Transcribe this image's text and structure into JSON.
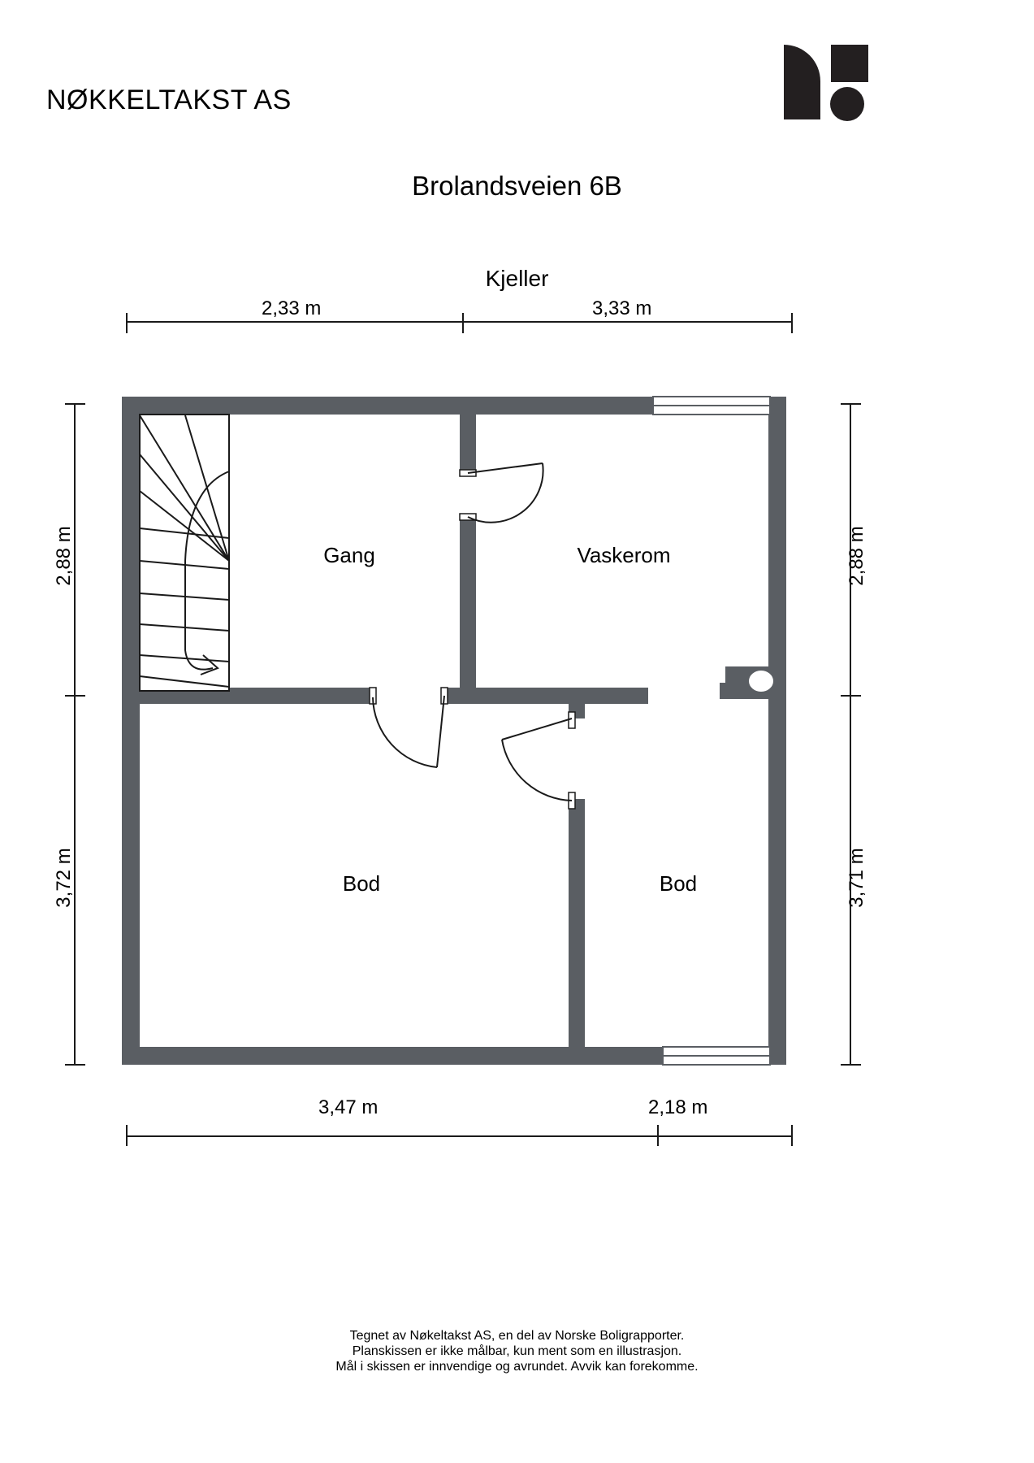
{
  "header": {
    "company_name": "NØKKELTAKST AS",
    "logo": {
      "shape_n": "logo-quarter-round-shape",
      "shape_square": "logo-square-shape",
      "shape_circle": "logo-circle-shape"
    }
  },
  "plan": {
    "address_title": "Brolandsveien 6B",
    "floor_title": "Kjeller",
    "wall_color": "#5a5e63",
    "line_color": "#1a1a1a",
    "rooms": [
      {
        "name": "Gang",
        "label": "Gang"
      },
      {
        "name": "Vaskerom",
        "label": "Vaskerom"
      },
      {
        "name": "Bod-left",
        "label": "Bod"
      },
      {
        "name": "Bod-right",
        "label": "Bod"
      }
    ],
    "dimensions": {
      "top": [
        {
          "label": "2,33 m",
          "value": 2.33,
          "unit": "m"
        },
        {
          "label": "3,33 m",
          "value": 3.33,
          "unit": "m"
        }
      ],
      "bottom": [
        {
          "label": "3,47 m",
          "value": 3.47,
          "unit": "m"
        },
        {
          "label": "2,18 m",
          "value": 2.18,
          "unit": "m"
        }
      ],
      "left": [
        {
          "label": "2,88 m",
          "value": 2.88,
          "unit": "m"
        },
        {
          "label": "3,72 m",
          "value": 3.72,
          "unit": "m"
        }
      ],
      "right": [
        {
          "label": "2,88 m",
          "value": 2.88,
          "unit": "m"
        },
        {
          "label": "3,71 m",
          "value": 3.71,
          "unit": "m"
        }
      ]
    },
    "features": {
      "staircase": "winder-staircase-with-direction-arrow",
      "windows": [
        "window-top-right",
        "window-bottom-right"
      ],
      "doors": [
        "door-gang-to-vaskerom",
        "door-gang-to-bod-left",
        "door-to-bod-right"
      ],
      "fixture": "sink-fixture-right-wall"
    }
  },
  "footer": {
    "line1": "Tegnet av Nøkeltakst AS, en del av Norske Boligrapporter.",
    "line2": "Planskissen er ikke målbar, kun ment som en illustrasjon.",
    "line3": "Mål i skissen er innvendige og avrundet. Avvik kan forekomme."
  }
}
